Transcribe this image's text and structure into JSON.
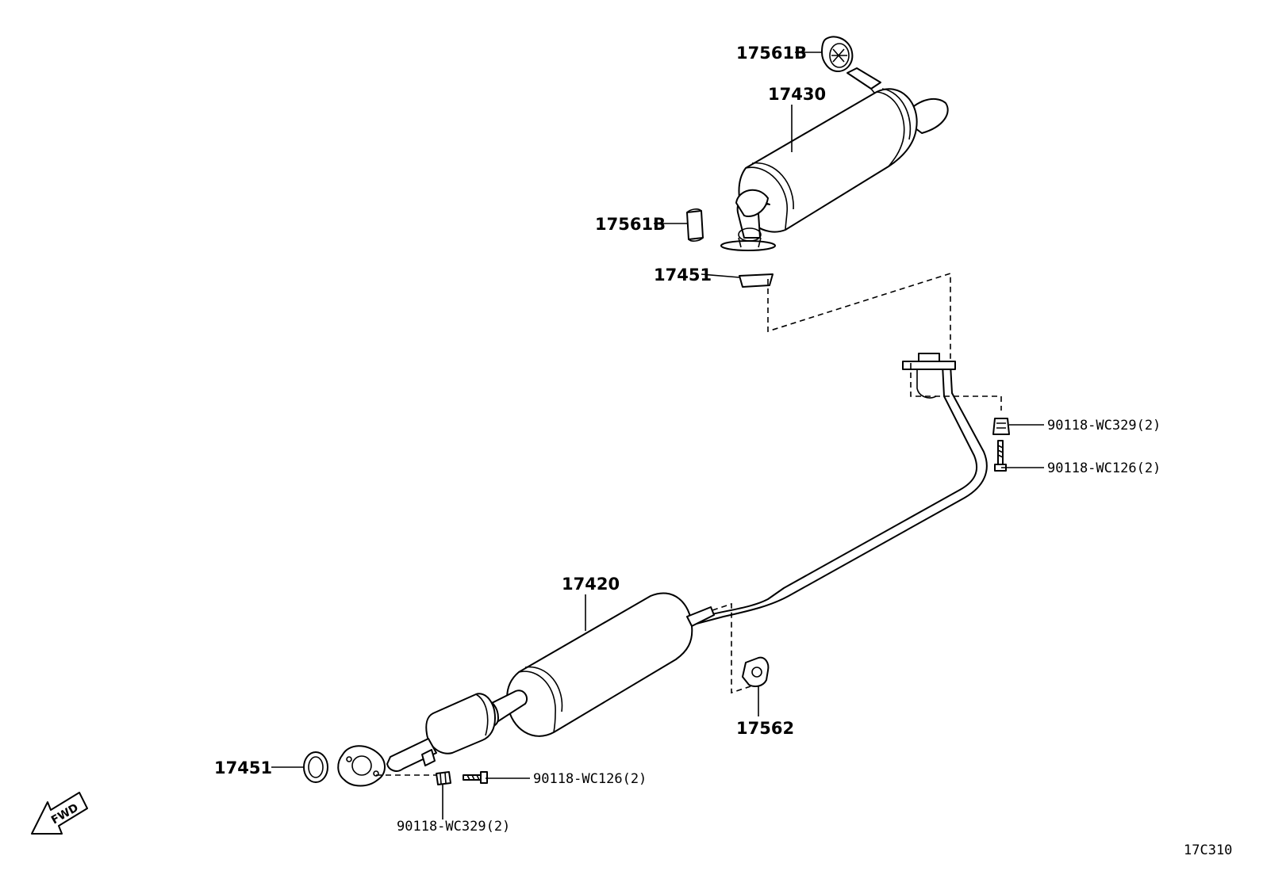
{
  "labels": {
    "upper_insulator": "17561B",
    "tailpipe_assembly": "17430",
    "side_insulator": "17561B",
    "upper_gasket": "17451",
    "right_nut": "90118-WC329(2)",
    "right_bolt": "90118-WC126(2)",
    "center_pipe": "17420",
    "bracket": "17562",
    "front_gasket": "17451",
    "front_bolt": "90118-WC126(2)",
    "front_nut": "90118-WC329(2)",
    "diagram_code": "17C310",
    "fwd": "FWD"
  },
  "icons": {
    "fwd_arrow": "fwd-arrow-icon"
  }
}
